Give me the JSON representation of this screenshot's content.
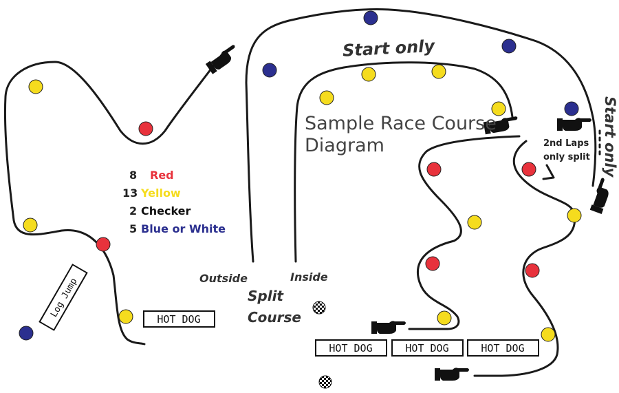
{
  "diagram": {
    "title_line1": "Sample Race Course",
    "title_line2": "Diagram",
    "start_only_top": "Start only",
    "start_only_side": "Start only",
    "second_laps_line1": "2nd Laps",
    "second_laps_line2": "only split",
    "outside_label": "Outside",
    "inside_label": "Inside",
    "split_label": "Split",
    "course_label": "Course",
    "log_jump": "Log Jump",
    "hot_dog_1": "HOT DOG",
    "hot_dog_2": "HOT DOG",
    "hot_dog_3": "HOT DOG",
    "hot_dog_4": "HOT DOG"
  },
  "legend": [
    {
      "count": "8",
      "label": "Red",
      "color": "#e8323c"
    },
    {
      "count": "13",
      "label": "Yellow",
      "color": "#f5dc1e"
    },
    {
      "count": "2",
      "label": "Checker",
      "color": "#111111"
    },
    {
      "count": "5",
      "label": "Blue or White",
      "color": "#2b2f8f"
    }
  ],
  "colors": {
    "red": "#e8323c",
    "yellow": "#f5dc1e",
    "blue": "#2b2f8f",
    "line": "#1a1a1a"
  }
}
